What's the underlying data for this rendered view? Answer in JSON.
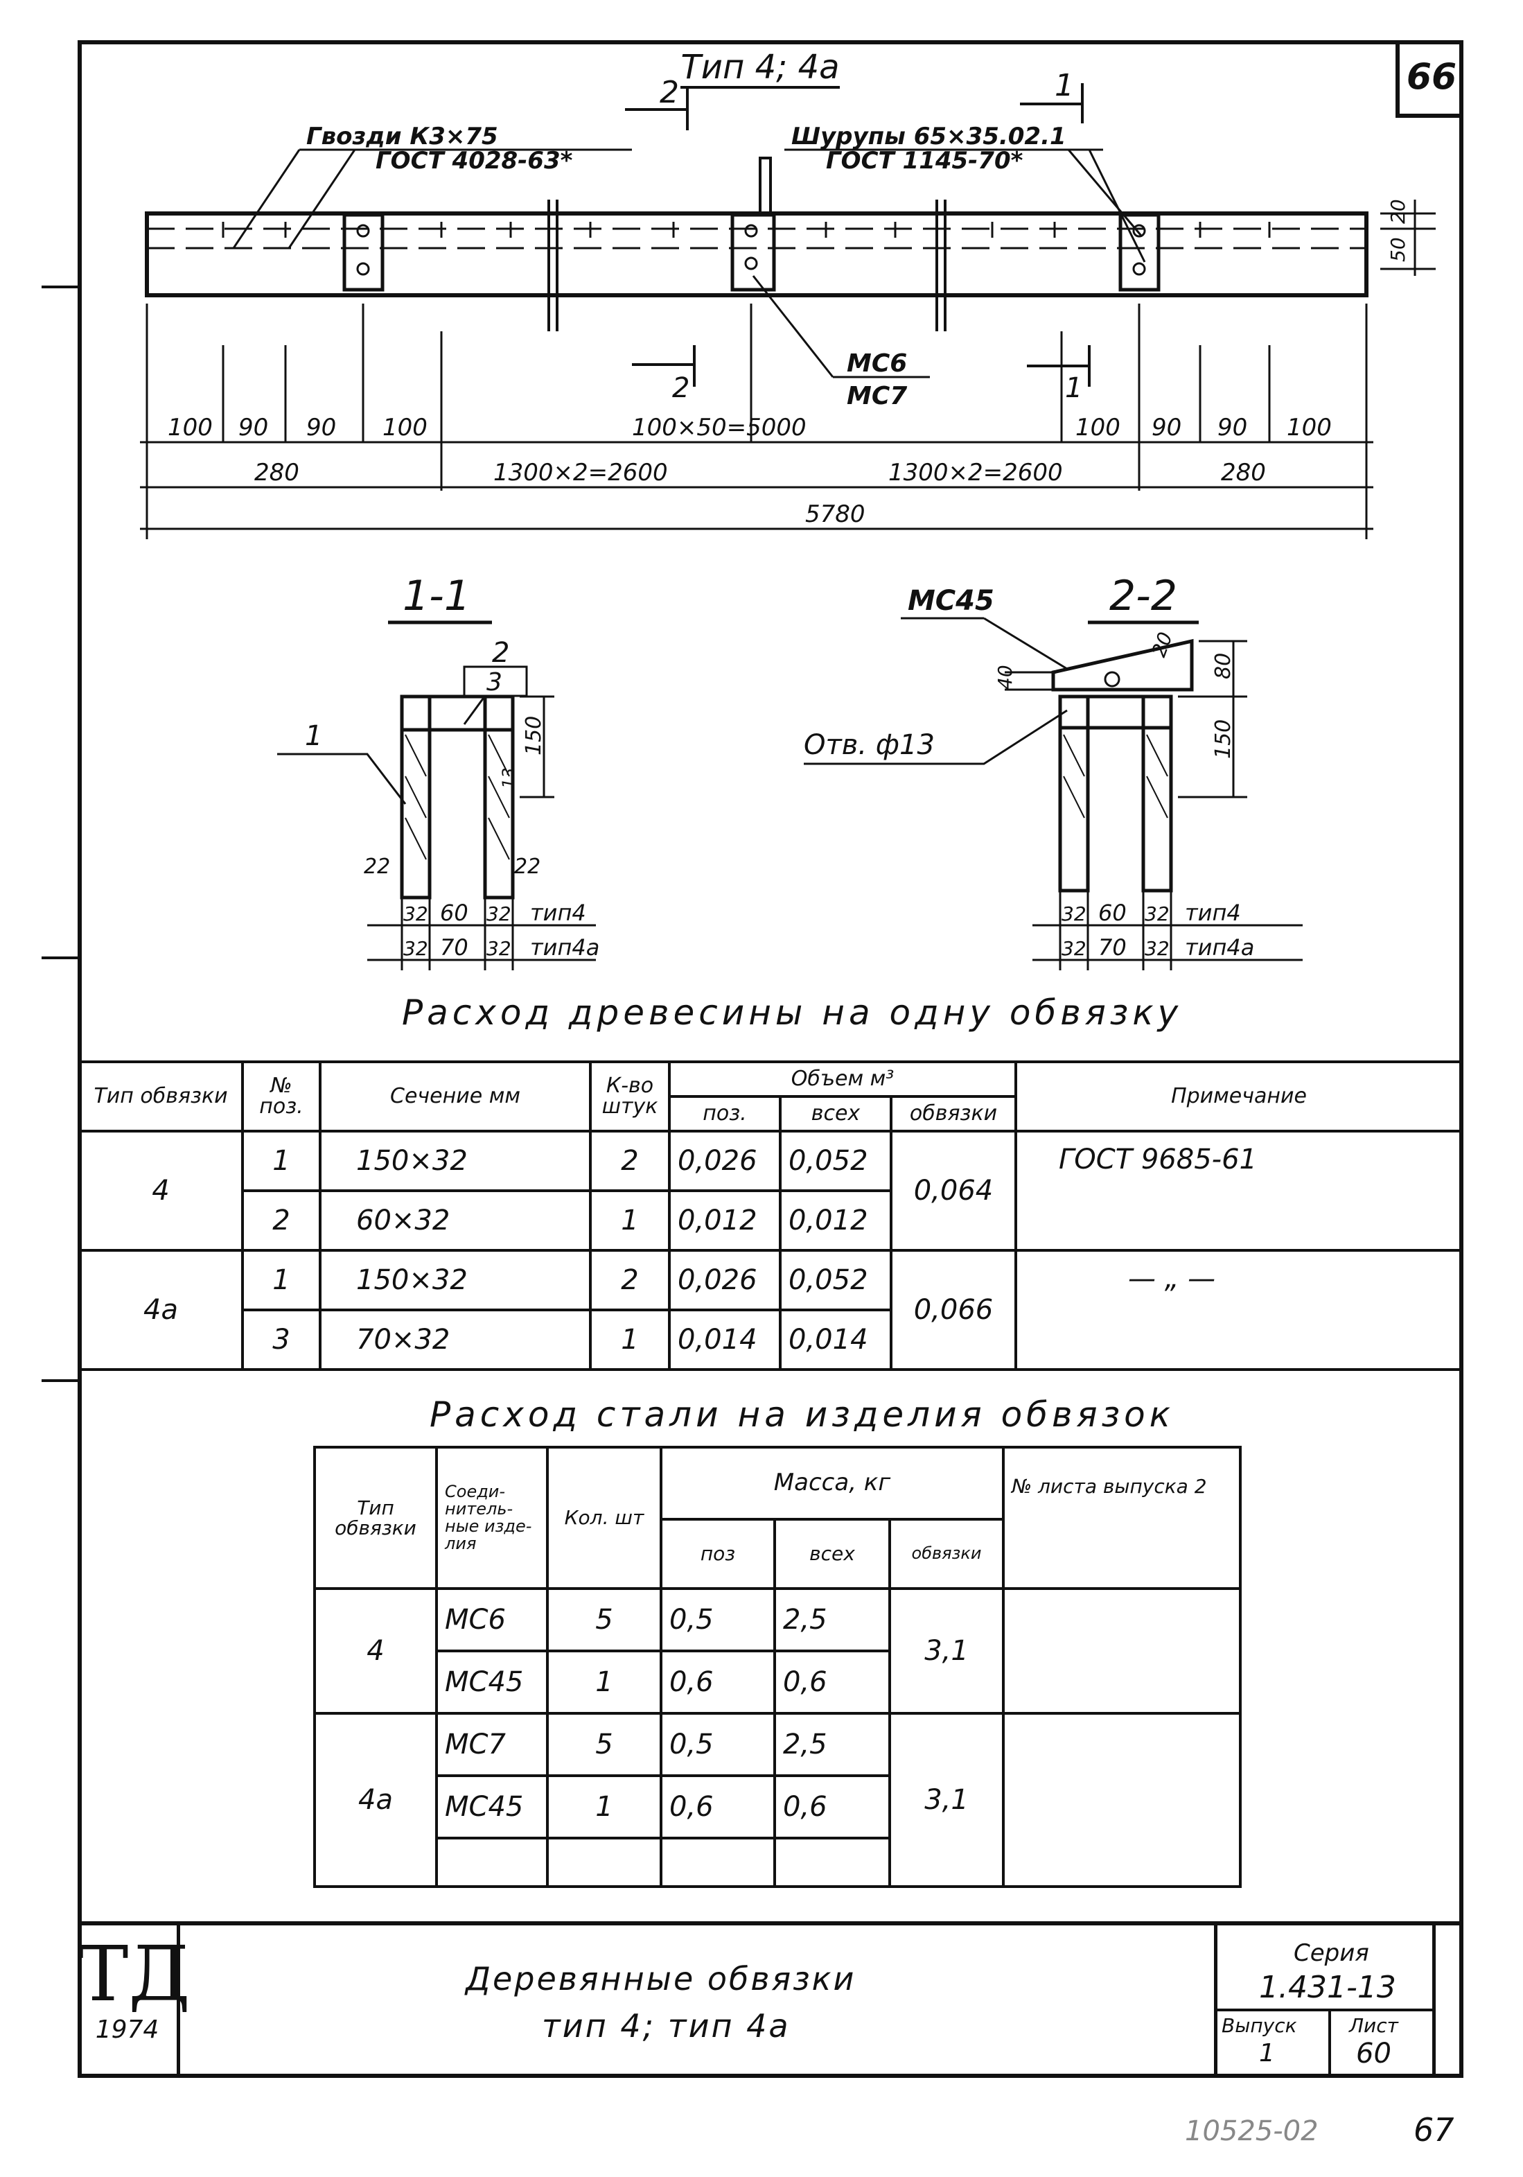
{
  "sheet_number": "66",
  "drawing": {
    "type_title": "Тип 4; 4а",
    "nails_label": "Гвозди К3×75",
    "nails_gost": "ГОСТ 4028-63*",
    "screws_label": "Шурупы 65×35.02.1",
    "screws_gost": "ГОСТ 1145-70*",
    "section_mark_2": "2",
    "section_mark_1": "1",
    "parts_label_1": "МС6",
    "parts_label_2": "МС7",
    "dim_right_20": "20",
    "dim_right_50": "50",
    "dims_row1": [
      "100",
      "90",
      "90",
      "100",
      "100×50=5000",
      "100",
      "90",
      "90",
      "100"
    ],
    "dims_row2": [
      "280",
      "1300×2=2600",
      "1300×2=2600",
      "280"
    ],
    "dim_total": "5780"
  },
  "section_1_1": {
    "title": "1-1",
    "pos_top": "2",
    "pos_top_box": "3",
    "pos_side": "1",
    "dim_150": "150",
    "dim_13": "13",
    "dim_22_left": "22",
    "dim_22_right": "22",
    "row_type4": [
      "32",
      "60",
      "32",
      "тип4"
    ],
    "row_type4a": [
      "32",
      "70",
      "32",
      "тип4а"
    ]
  },
  "section_2_2": {
    "title": "2-2",
    "part": "МС45",
    "hole": "Отв. ф13",
    "dim_20": "20",
    "dim_40": "40",
    "dim_80": "80",
    "dim_150": "150",
    "row_type4": [
      "32",
      "60",
      "32",
      "тип4"
    ],
    "row_type4a": [
      "32",
      "70",
      "32",
      "тип4а"
    ]
  },
  "wood_table": {
    "title": "Расход древесины на одну обвязку",
    "headers": {
      "type": "Тип обвязки",
      "pos": "№ поз.",
      "section": "Сечение мм",
      "qty": "К-во штук",
      "volume": "Объем м³",
      "vol_pos": "поз.",
      "vol_all": "всех",
      "vol_frame": "обвязки",
      "note": "Примечание"
    },
    "groups": [
      {
        "type": "4",
        "total": "0,064",
        "note": "ГОСТ 9685-61",
        "rows": [
          {
            "pos": "1",
            "section": "150×32",
            "qty": "2",
            "vpos": "0,026",
            "vall": "0,052"
          },
          {
            "pos": "2",
            "section": "60×32",
            "qty": "1",
            "vpos": "0,012",
            "vall": "0,012"
          }
        ]
      },
      {
        "type": "4а",
        "total": "0,066",
        "note": "— „ —",
        "rows": [
          {
            "pos": "1",
            "section": "150×32",
            "qty": "2",
            "vpos": "0,026",
            "vall": "0,052"
          },
          {
            "pos": "3",
            "section": "70×32",
            "qty": "1",
            "vpos": "0,014",
            "vall": "0,014"
          }
        ]
      }
    ]
  },
  "steel_table": {
    "title": "Расход стали на изделия обвязок",
    "headers": {
      "type": "Тип обвязки",
      "part": "Соеди-нитель-ные изде-лия",
      "qty": "Кол. шт",
      "mass": "Масса, кг",
      "m_pos": "поз",
      "m_all": "всех",
      "m_frame": "обвязки",
      "sheet": "№ листа выпуска 2"
    },
    "groups": [
      {
        "type": "4",
        "total": "3,1",
        "rows": [
          {
            "part": "МС6",
            "qty": "5",
            "mpos": "0,5",
            "mall": "2,5"
          },
          {
            "part": "МС45",
            "qty": "1",
            "mpos": "0,6",
            "mall": "0,6"
          }
        ]
      },
      {
        "type": "4а",
        "total": "3,1",
        "rows": [
          {
            "part": "МС7",
            "qty": "5",
            "mpos": "0,5",
            "mall": "2,5"
          },
          {
            "part": "МС45",
            "qty": "1",
            "mpos": "0,6",
            "mall": "0,6"
          }
        ]
      }
    ]
  },
  "title_block": {
    "logo": "ТД",
    "year": "1974",
    "name_line1": "Деревянные обвязки",
    "name_line2": "тип 4; тип 4а",
    "series_label": "Серия",
    "series_value": "1.431-13",
    "issue_label": "Выпуск",
    "issue_value": "1",
    "sheet_label": "Лист",
    "sheet_value": "60"
  },
  "stamp_bottom": "10525-02",
  "page_number": "67"
}
